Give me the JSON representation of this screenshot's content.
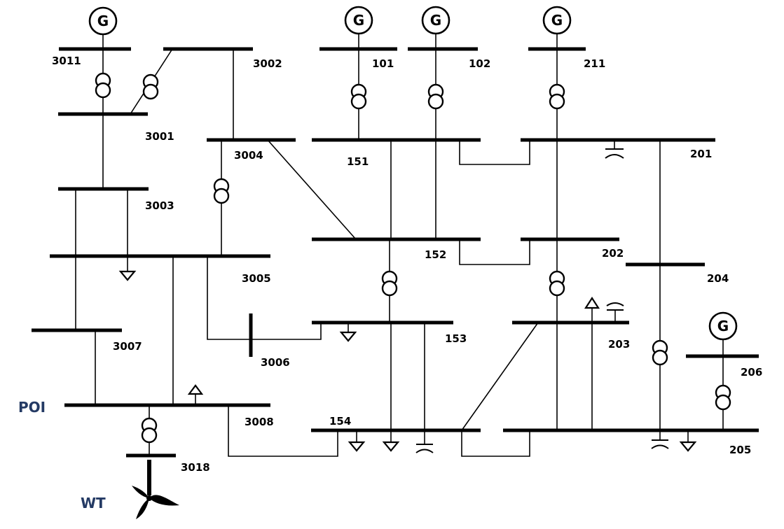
{
  "diagram": {
    "bus_labels": [
      "3011",
      "3002",
      "101",
      "102",
      "211",
      "3001",
      "3004",
      "151",
      "201",
      "3003",
      "152",
      "202",
      "3005",
      "204",
      "153",
      "203",
      "3007",
      "3006",
      "206",
      "154",
      "3008",
      "205",
      "3018"
    ],
    "generator_symbol": "G",
    "poi_label": "POI",
    "wt_label": "WT",
    "icons": [
      "generator-icon",
      "transformer-icon",
      "load-icon",
      "capacitor-icon",
      "wind-turbine-icon"
    ]
  }
}
